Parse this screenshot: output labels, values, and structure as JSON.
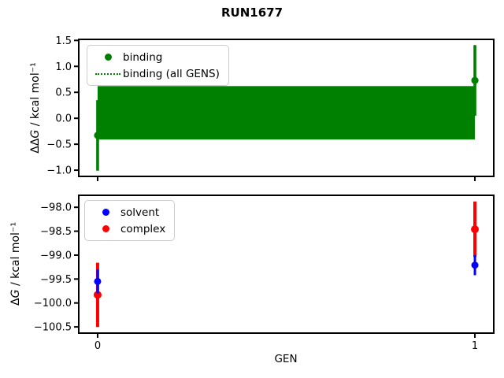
{
  "title": "RUN1677",
  "colors": {
    "green": "#008000",
    "blue": "#0000ff",
    "red": "#ff0000",
    "frame": "#000000",
    "legend_border": "#cccccc"
  },
  "chart_data": [
    {
      "name": "ddG-binding-plot",
      "type": "errorbar",
      "ylabel": {
        "pre": "ΔΔ",
        "g": "G",
        "post": " / kcal mol⁻¹"
      },
      "xlim": [
        -0.05,
        1.05
      ],
      "ylim": [
        -1.12,
        1.52
      ],
      "grid": false,
      "yticks": {
        "values": [
          1.5,
          1.0,
          0.5,
          0.0,
          -0.5,
          -1.0
        ],
        "labels": [
          "1.5",
          "1.0",
          "0.5",
          "0.0",
          "−0.5",
          "−1.0"
        ]
      },
      "xticks": {
        "values": [
          0,
          1
        ],
        "labels": []
      },
      "band": {
        "label": "binding (all GENS)",
        "x": [
          0,
          1
        ],
        "lo": -0.41,
        "hi": 0.62,
        "center": 0.1,
        "color": "#008000",
        "center_line_style": "dotted"
      },
      "series": [
        {
          "name": "binding",
          "color": "#008000",
          "x": [
            0,
            1
          ],
          "y": [
            -0.33,
            0.73
          ],
          "yerr": [
            0.68,
            0.68
          ],
          "marker": "circle",
          "marker_r": 4.6,
          "line_w": 3.6
        }
      ],
      "legend": {
        "pos": {
          "left": 110,
          "top": 57
        },
        "items": [
          {
            "label": "binding",
            "glyph": "dot",
            "color": "#008000"
          },
          {
            "label": "binding (all GENS)",
            "glyph": "dotted-line",
            "color": "#008000"
          }
        ]
      }
    },
    {
      "name": "dG-plot",
      "type": "errorbar",
      "ylabel": {
        "pre": "Δ",
        "g": "G",
        "post": " / kcal mol⁻¹"
      },
      "xlabel": "GEN",
      "xlim": [
        -0.05,
        1.05
      ],
      "ylim": [
        -100.63,
        -97.75
      ],
      "grid": false,
      "yticks": {
        "values": [
          -98.0,
          -98.5,
          -99.0,
          -99.5,
          -100.0,
          -100.5
        ],
        "labels": [
          "−98.0",
          "−98.5",
          "−99.0",
          "−99.5",
          "−100.0",
          "−100.5"
        ]
      },
      "xticks": {
        "values": [
          0,
          1
        ],
        "labels": [
          "0",
          "1"
        ]
      },
      "series": [
        {
          "name": "complex",
          "color": "#ff0000",
          "x": [
            0,
            1
          ],
          "y": [
            -99.83,
            -98.46
          ],
          "yerr": [
            0.67,
            0.58
          ],
          "marker": "circle",
          "marker_r": 5.0,
          "line_w": 4
        },
        {
          "name": "solvent",
          "color": "#0000ff",
          "x": [
            0,
            1
          ],
          "y": [
            -99.55,
            -99.21
          ],
          "yerr": [
            0.25,
            0.21
          ],
          "marker": "circle",
          "marker_r": 4.5,
          "line_w": 3
        }
      ],
      "legend": {
        "pos": {
          "left": 107,
          "top": 254
        },
        "items": [
          {
            "label": "solvent",
            "glyph": "dot",
            "color": "#0000ff"
          },
          {
            "label": "complex",
            "glyph": "dot",
            "color": "#ff0000"
          }
        ]
      }
    }
  ]
}
